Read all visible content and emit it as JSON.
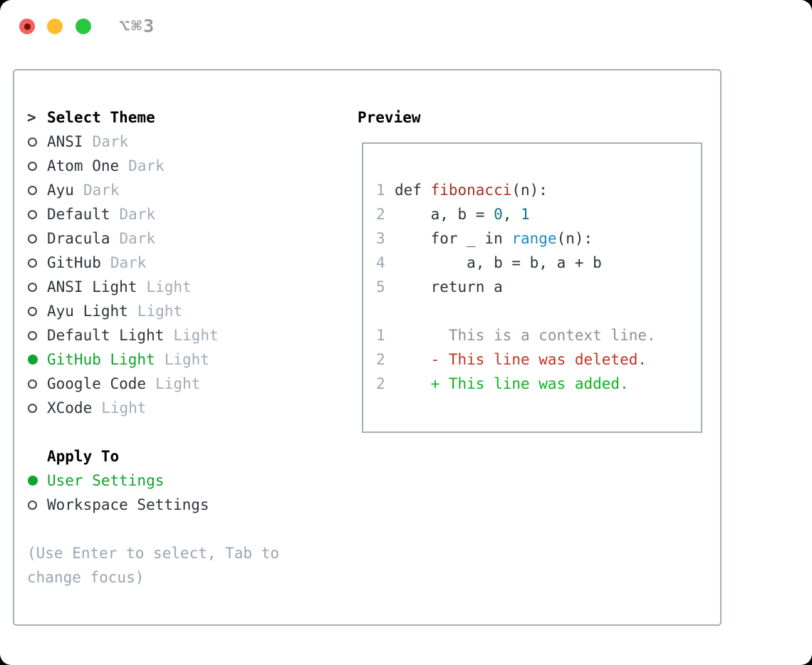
{
  "window": {
    "shortcut_label": "⌥⌘3"
  },
  "colors": {
    "tl_close": "#f4605a",
    "tl_close_dot": "#70100a",
    "tl_min": "#fcbd2f",
    "tl_zoom": "#2bc63f",
    "shortcut": "#9b9b9b",
    "border": "#a6aeb8",
    "text": "#2e343b",
    "dim": "#a2abb8",
    "hint": "#9aa4b2",
    "radio": "#40454c",
    "selected_green": "#10a42f",
    "linenum": "#9aa5b1",
    "code_fg": "#2e343b",
    "code_function": "#a52e1f",
    "code_number": "#0e7382",
    "code_builtin": "#1e88c4",
    "diff_context": "#8b9199",
    "diff_deleted": "#c23222",
    "diff_added": "#0cb322"
  },
  "theme_picker": {
    "cursor": ">",
    "header": "Select Theme",
    "items": [
      {
        "name": "ANSI",
        "variant": "Dark",
        "selected": false
      },
      {
        "name": "Atom One",
        "variant": "Dark",
        "selected": false
      },
      {
        "name": "Ayu",
        "variant": "Dark",
        "selected": false
      },
      {
        "name": "Default",
        "variant": "Dark",
        "selected": false
      },
      {
        "name": "Dracula",
        "variant": "Dark",
        "selected": false
      },
      {
        "name": "GitHub",
        "variant": "Dark",
        "selected": false
      },
      {
        "name": "ANSI Light",
        "variant": "Light",
        "selected": false
      },
      {
        "name": "Ayu Light",
        "variant": "Light",
        "selected": false
      },
      {
        "name": "Default Light",
        "variant": "Light",
        "selected": false
      },
      {
        "name": "GitHub Light",
        "variant": "Light",
        "selected": true
      },
      {
        "name": "Google Code",
        "variant": "Light",
        "selected": false
      },
      {
        "name": "XCode",
        "variant": "Light",
        "selected": false
      }
    ],
    "apply_to": {
      "header": "Apply To",
      "options": [
        {
          "label": "User Settings",
          "selected": true
        },
        {
          "label": "Workspace Settings",
          "selected": false
        }
      ]
    },
    "hint_lines": [
      "(Use Enter to select, Tab to",
      "change focus)"
    ]
  },
  "preview": {
    "header": "Preview",
    "code_lines": [
      {
        "num": "1",
        "segments": [
          {
            "t": "def ",
            "c": "code_fg"
          },
          {
            "t": "fibonacci",
            "c": "code_function"
          },
          {
            "t": "(n):",
            "c": "code_fg"
          }
        ]
      },
      {
        "num": "2",
        "segments": [
          {
            "t": "    a, b = ",
            "c": "code_fg"
          },
          {
            "t": "0",
            "c": "code_number"
          },
          {
            "t": ", ",
            "c": "code_fg"
          },
          {
            "t": "1",
            "c": "code_number"
          }
        ]
      },
      {
        "num": "3",
        "segments": [
          {
            "t": "    for _ in ",
            "c": "code_fg"
          },
          {
            "t": "range",
            "c": "code_builtin"
          },
          {
            "t": "(n):",
            "c": "code_fg"
          }
        ]
      },
      {
        "num": "4",
        "segments": [
          {
            "t": "        a, b = b, a + b",
            "c": "code_fg"
          }
        ]
      },
      {
        "num": "5",
        "segments": [
          {
            "t": "    return a",
            "c": "code_fg"
          }
        ]
      }
    ],
    "diff_lines": [
      {
        "num": "1",
        "segments": [
          {
            "t": "      This is a context line.",
            "c": "diff_context"
          }
        ]
      },
      {
        "num": "2",
        "segments": [
          {
            "t": "    - This line was deleted.",
            "c": "diff_deleted"
          }
        ]
      },
      {
        "num": "2",
        "segments": [
          {
            "t": "    + This line was added.",
            "c": "diff_added"
          }
        ]
      }
    ]
  }
}
